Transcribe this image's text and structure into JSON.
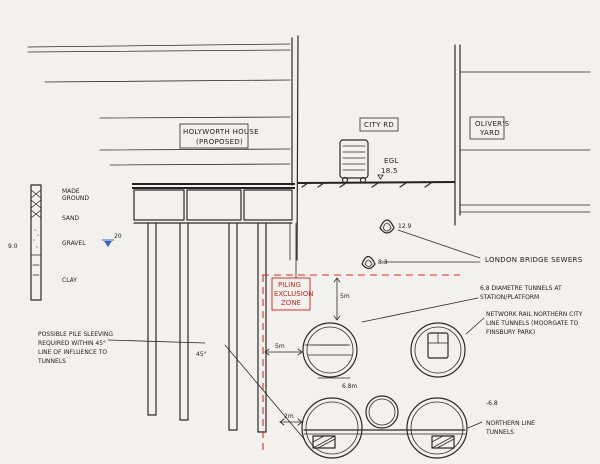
{
  "labels": {
    "building_left": "HOLYWORTH HOUSE",
    "building_left_sub": "(PROPOSED)",
    "city_road": "CITY RD",
    "building_right_1": "OLIVER'S",
    "building_right_2": "YARD",
    "egl": "EGL",
    "egl_level": "18.5",
    "made_ground": "MADE",
    "made_ground_2": "GROUND",
    "sand": "SAND",
    "gravel": "GRAVEL",
    "water_level": "20",
    "clay": "CLAY",
    "borehole_level": "9.0",
    "sewer_level_upper": "12.9",
    "sewer_level_lower": "8.3",
    "london_bridge_sewers": "LONDON BRIDGE SEWERS",
    "piling_exclusion_1": "PILING",
    "piling_exclusion_2": "EXCLUSION",
    "piling_exclusion_3": "ZONE",
    "dim_5m_v": "5m",
    "dim_5m_h": "5m",
    "dim_2m": "2m",
    "tunnel_dia": "6.8m",
    "angle_45": "45°",
    "pile_note_1": "POSSIBLE PILE SLEEVING",
    "pile_note_2": "REQUIRED WITHIN 45°",
    "pile_note_3": "LINE OF INFLUENCE TO",
    "pile_note_4": "TUNNELS",
    "platform_note_1": "6.8 DIAMETRE TUNNELS AT",
    "platform_note_2": "STATION/PLATFORM",
    "nr_note_1": "NETWORK RAIL NORTHERN CITY",
    "nr_note_2": "LINE TUNNELS (MOORGATE TO",
    "nr_note_3": "FINSBURY PARK)",
    "northern_level": "-6.8",
    "northern_line_1": "NORTHERN LINE",
    "northern_line_2": "TUNNELS"
  },
  "colors": {
    "ink": "#2a2a2a",
    "red": "#d9302a",
    "water": "#3a62c9",
    "paper": "#f3f1ee"
  }
}
